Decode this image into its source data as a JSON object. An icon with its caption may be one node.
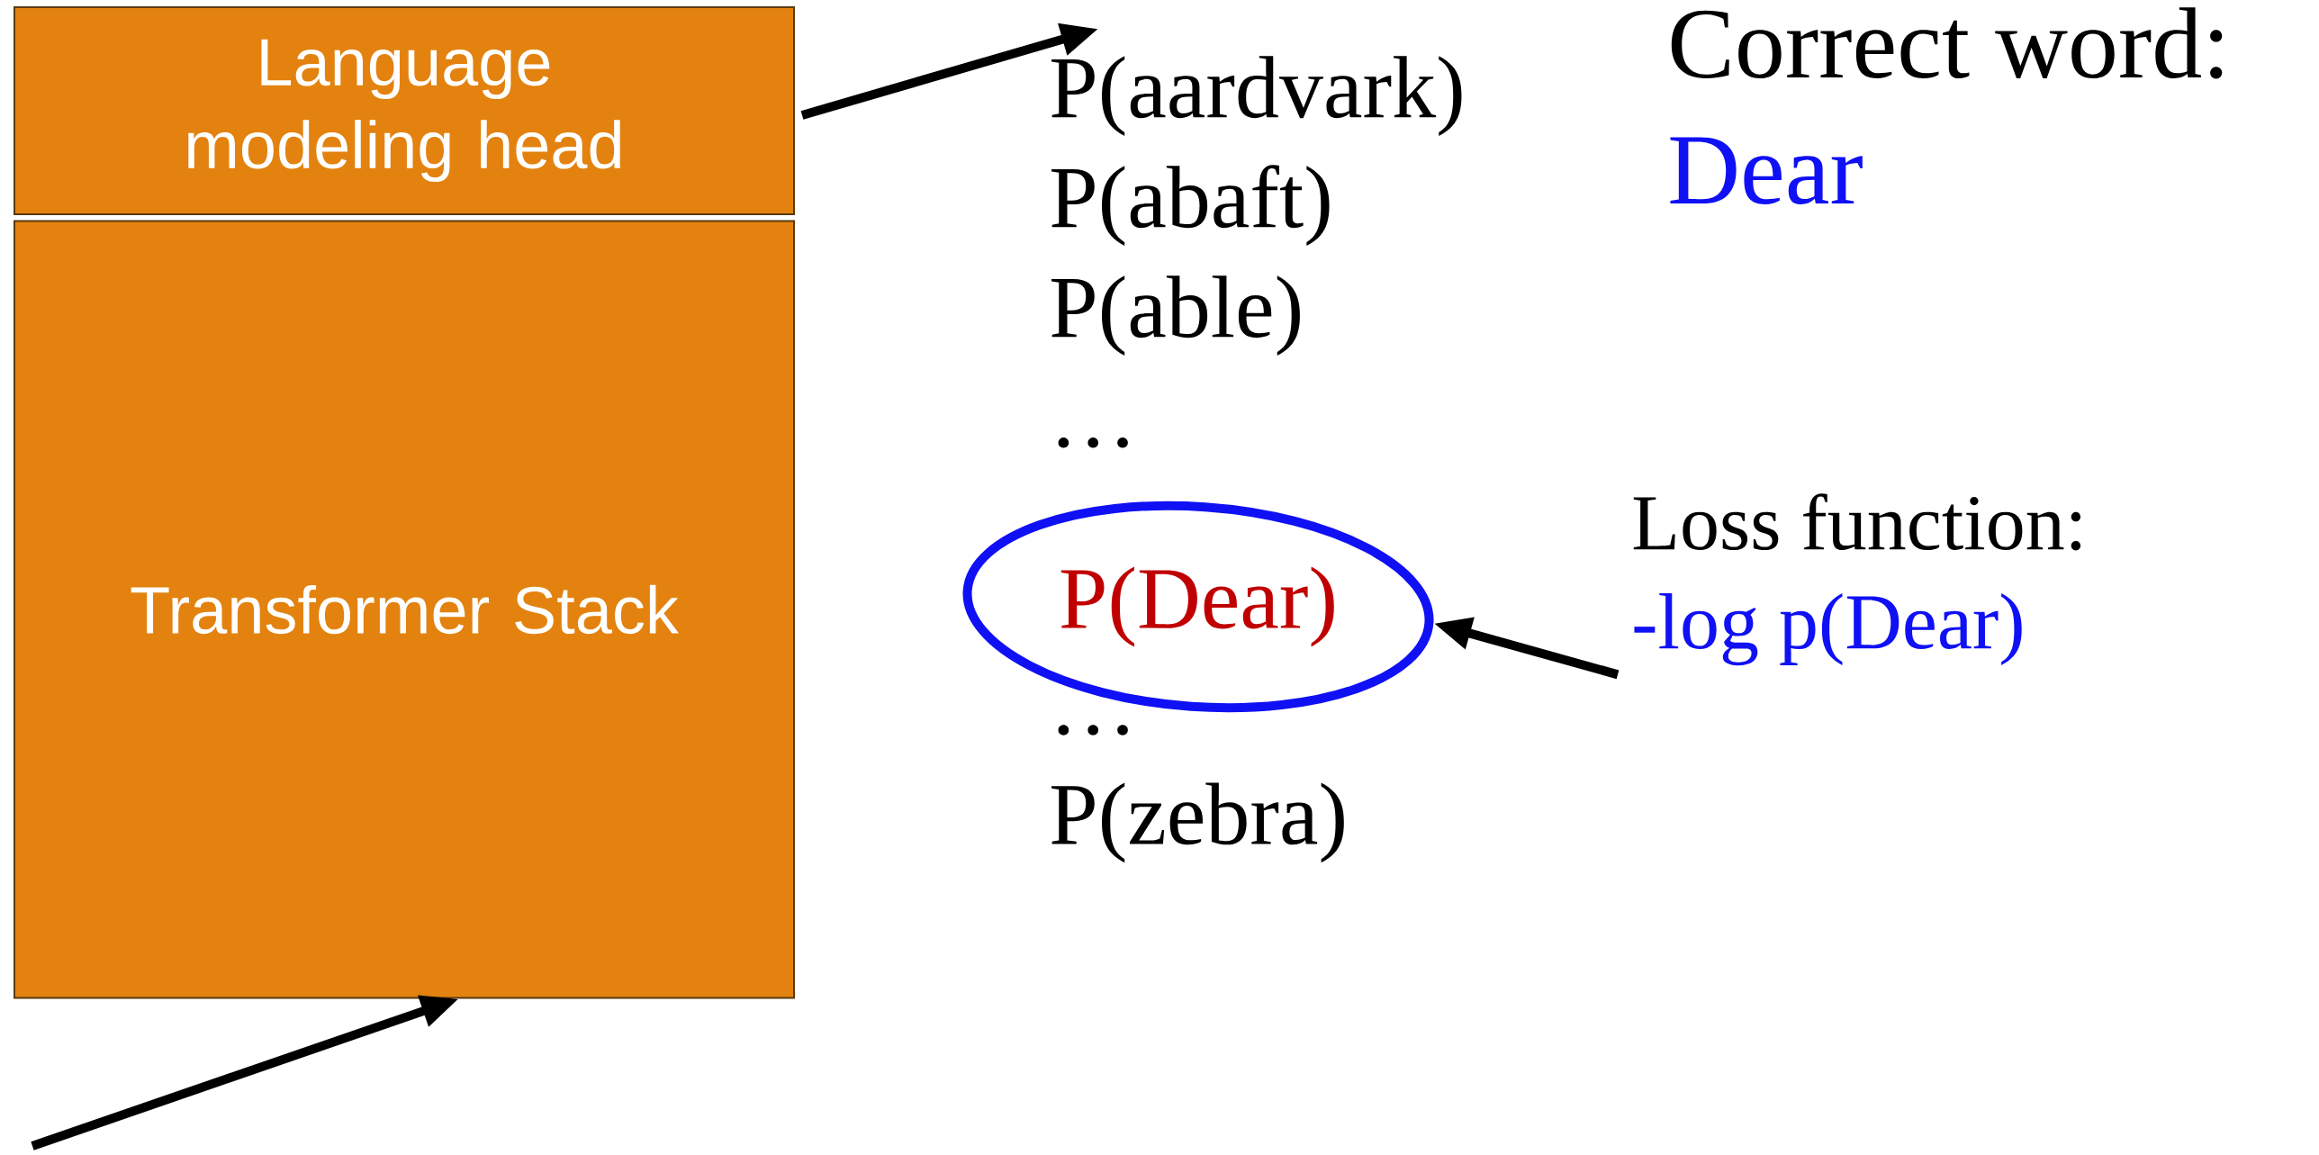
{
  "diagram": {
    "nodes": [
      {
        "text": [
          "Language modeling head"
        ]
      },
      {
        "text": [
          "Transformer Stack"
        ]
      },
      {
        "text": [
          "P(aardvark)",
          "P(abaft)",
          "P(able)",
          "…"
        ]
      },
      {
        "text": [
          "P(Dear)"
        ]
      },
      {
        "text": [
          "…",
          "P(zebra)"
        ]
      },
      {
        "text": [
          "Correct word:",
          "Dear"
        ]
      },
      {
        "text": [
          "Loss function:",
          "-log p(Dear)"
        ]
      }
    ],
    "edges": [
      {
        "from": null,
        "to": 1,
        "arrow": "to"
      },
      {
        "from": 0,
        "to": 2,
        "arrow": "to"
      },
      {
        "from": 6,
        "to": 3,
        "arrow": "to"
      }
    ]
  }
}
